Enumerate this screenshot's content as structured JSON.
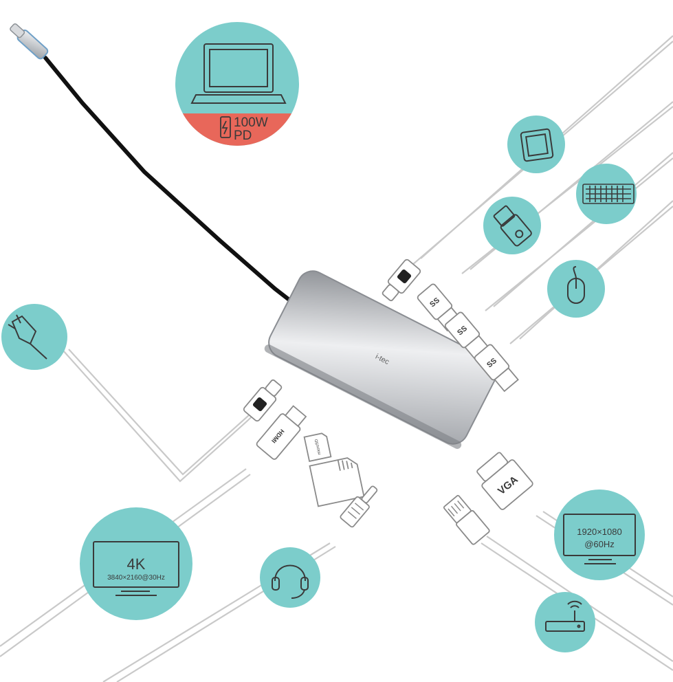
{
  "colors": {
    "teal": "#7ccdcb",
    "pd_red": "#e8675a",
    "line": "#c8c8c8",
    "hub_light": "#e6e7e9",
    "hub_dark": "#8b8e93",
    "cable": "#111111"
  },
  "laptop_badge": {
    "power": "100W",
    "mode": "PD"
  },
  "monitor_4k": {
    "res": "4K",
    "detail": "3840×2160@30Hz"
  },
  "monitor_vga": {
    "res": "1920×1080",
    "refresh": "@60Hz"
  },
  "ports": {
    "hdmi": "HDMI",
    "vga": "VGA",
    "usb3": "SS",
    "microsd": "microSD"
  },
  "icons": [
    "laptop-icon",
    "power-plug-icon",
    "tablet-icon",
    "usb-flash-drive-icon",
    "keyboard-icon",
    "mouse-icon",
    "monitor-icon",
    "headset-icon",
    "router-icon",
    "ethernet-plug-icon",
    "audio-jack-icon",
    "sd-card-icon"
  ]
}
